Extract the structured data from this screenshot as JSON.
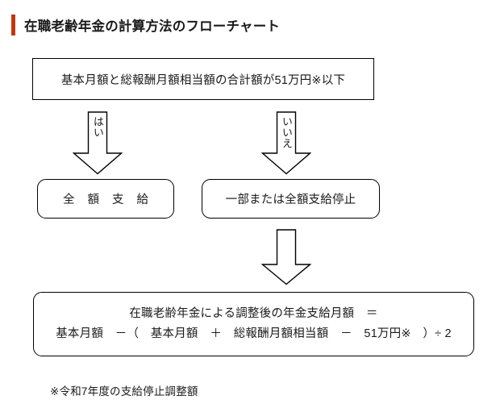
{
  "title": {
    "text": "在職老齢年金の計算方法のフローチャート",
    "accent_color": "#c0380f"
  },
  "flowchart": {
    "decision": {
      "label": "基本月額と総報酬月額相当額の合計額が51万円※以下",
      "shape": "rectangle"
    },
    "branches": [
      {
        "name": "yes-branch",
        "arrow_label": "はい",
        "result_label": "全 額 支 給",
        "shape": "rounded-rectangle"
      },
      {
        "name": "no-branch",
        "arrow_label": "いいえ",
        "result_label": "一部または全額支給停止",
        "shape": "rounded-rectangle"
      }
    ],
    "formula": {
      "line1": "在職老齢年金による調整後の年金支給月額　＝",
      "line2": "基本月額　－（　基本月額　＋　総報酬月額相当額　－　51万円※　）÷ 2",
      "shape": "rounded-rectangle"
    },
    "footnote": "※令和7年度の支給停止調整額"
  }
}
